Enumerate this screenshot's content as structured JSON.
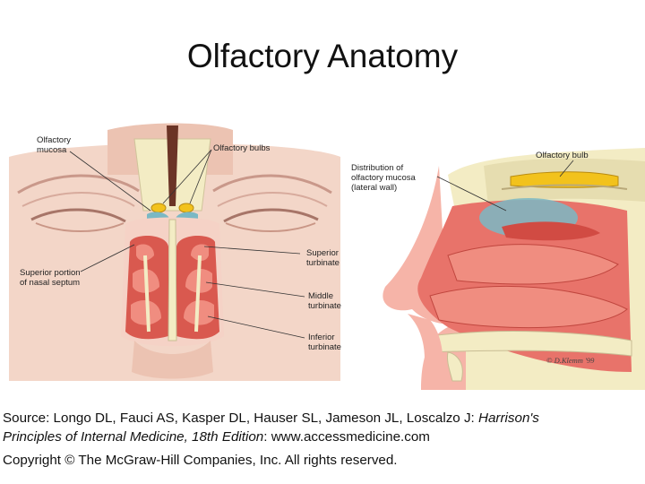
{
  "slide": {
    "title": "Olfactory Anatomy"
  },
  "figure": {
    "labels": {
      "olfactory_mucosa_1": "Olfactory",
      "olfactory_mucosa_2": "mucosa",
      "olfactory_bulbs": "Olfactory bulbs",
      "superior_septum_1": "Superior portion",
      "superior_septum_2": "of nasal septum",
      "superior_turbinate_1": "Superior",
      "superior_turbinate_2": "turbinate",
      "middle_turbinate_1": "Middle",
      "middle_turbinate_2": "turbinate",
      "inferior_turbinate_1": "Inferior",
      "inferior_turbinate_2": "turbinate",
      "distribution_1": "Distribution of",
      "distribution_2": "olfactory mucosa",
      "distribution_3": "(lateral wall)",
      "olfactory_bulb": "Olfactory bulb"
    },
    "signature": "© D.Klemm '99",
    "colors": {
      "skin": "#f2d3c4",
      "skin_shade": "#e0ad9a",
      "mucosa": "#d9594f",
      "mucosa_light": "#f08d80",
      "bone": "#f3ecc4",
      "bulb": "#f2c21c",
      "olfactory_teal": "#7ab8c4"
    }
  },
  "caption": {
    "line1_prefix": "Source: Longo DL, Fauci AS, Kasper DL, Hauser SL, Jameson JL, Loscalzo J: ",
    "line1_italic": "Harrison's",
    "line2_italic": "Principles of Internal Medicine, 18th Edition",
    "line2_suffix": ": www.accessmedicine.com",
    "copyright": "Copyright © The McGraw-Hill Companies, Inc. All rights reserved."
  }
}
